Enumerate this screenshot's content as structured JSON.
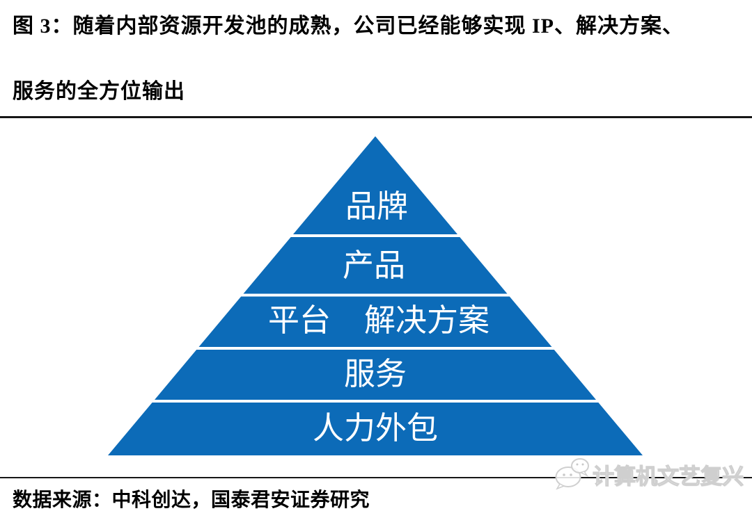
{
  "figure_title": {
    "line1": "图 3：随着内部资源开发池的成熟，公司已经能够实现 IP、解决方案、",
    "line2": "服务的全方位输出"
  },
  "pyramid": {
    "fill_color": "#0C6BB8",
    "text_color": "#ffffff",
    "levels": [
      {
        "label": "品牌"
      },
      {
        "label": "产品"
      },
      {
        "label_left": "平台",
        "label_right": "解决方案"
      },
      {
        "label": "服务"
      },
      {
        "label": "人力外包"
      }
    ]
  },
  "footer": {
    "source": "数据来源：中科创达，国泰君安证券研究"
  },
  "watermark": {
    "label": "计算机文艺复兴",
    "icon": "wechat-icon"
  }
}
